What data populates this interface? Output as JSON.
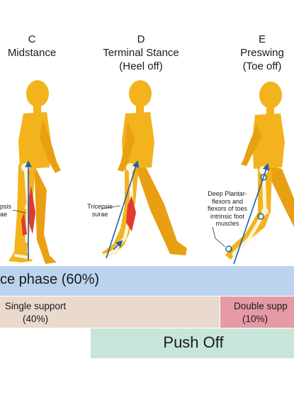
{
  "phases": [
    {
      "letter": "C",
      "name": "Midstance",
      "sub": ""
    },
    {
      "letter": "D",
      "name": "Terminal Stance",
      "sub": "(Heel off)"
    },
    {
      "letter": "E",
      "name": "Preswing",
      "sub": "(Toe off)"
    }
  ],
  "muscles": {
    "c_partial": "psis\nae",
    "d_label": "Tricepsis\nsurae",
    "e_label": "Deep Plantar-\nflexors and\nflexors of toes\nintrinsic foot\nmuscles"
  },
  "bands": {
    "stance": "ce phase (60%)",
    "single_support": "Single support",
    "single_support_pct": "(40%)",
    "double_support": "Double supp",
    "double_support_pct": "(10%)",
    "push_off": "Push Off"
  },
  "colors": {
    "skin": "#F2B31D",
    "skin_dark": "#E8A012",
    "bone": "#FBF3DC",
    "muscle": "#E23A2E",
    "arrow": "#1F5FA8",
    "stance_band": "#BCD3EE",
    "single_band": "#EAD9CD",
    "double_band": "#E69AA6",
    "pushoff_band": "#C7E6D9"
  }
}
